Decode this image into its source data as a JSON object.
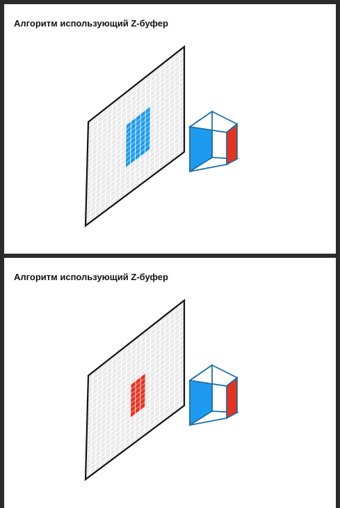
{
  "panels": [
    {
      "title": "Алгоритм использующий Z-буфер",
      "highlight_color": "#1e9bf0",
      "highlight_grid": "blue-highlight"
    },
    {
      "title": "Алгоритм использующий Z-буфер",
      "highlight_color": "#e8321e",
      "highlight_grid": "red-highlight"
    }
  ],
  "colors": {
    "frame_background": "#2b2b2b",
    "panel_background": "#ffffff",
    "screen_cell": "#e9e9e9",
    "screen_outline": "#111111",
    "prism_blue": "#1e9bf0",
    "prism_red": "#e8321e",
    "prism_outline": "#1a6fa8"
  },
  "icons": {
    "prism": "rectangular-prism-icon"
  }
}
